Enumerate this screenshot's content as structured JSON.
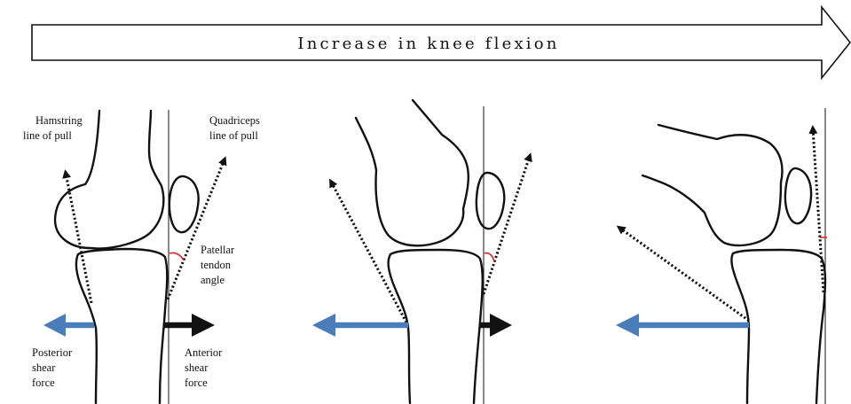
{
  "header_arrow": {
    "label": "Increase in knee flexion"
  },
  "labels": {
    "hamstring_line": [
      "Hamstring",
      "line of pull"
    ],
    "quadriceps_line": [
      "Quadriceps",
      "line of pull"
    ],
    "patellar_angle": [
      "Patellar",
      "tendon",
      "angle"
    ],
    "posterior_shear": [
      "Posterior",
      "shear",
      "force"
    ],
    "anterior_shear": [
      "Anterior",
      "shear",
      "force"
    ]
  },
  "colors": {
    "posterior_force": "#4a7ebb",
    "anterior_force": "#111111",
    "angle_marker": "#e0262a"
  }
}
